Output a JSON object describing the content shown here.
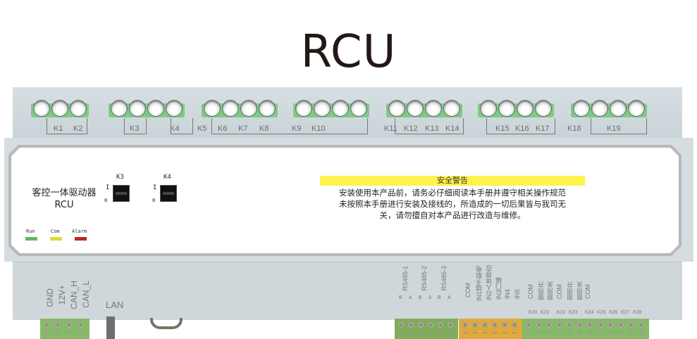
{
  "title": "RCU",
  "top_terminals": {
    "relay_labels": [
      "K1",
      "K2",
      "K3",
      "K4",
      "K5",
      "K6",
      "K7",
      "K8",
      "K9",
      "K10",
      "K11",
      "K12",
      "K13",
      "K14",
      "K15",
      "K16",
      "K17",
      "K18",
      "K19"
    ]
  },
  "panel": {
    "device_name_cn": "客控一体驱动器",
    "device_name_en": "RCU",
    "switches": [
      {
        "label": "K3",
        "on_mark": "I",
        "off_mark": "0"
      },
      {
        "label": "K4",
        "on_mark": "I",
        "off_mark": "0"
      }
    ],
    "leds": [
      {
        "label": "Run",
        "color": "#5db865"
      },
      {
        "label": "Com",
        "color": "#e0d930"
      },
      {
        "label": "Alarm",
        "color": "#b8282a"
      }
    ],
    "warning": {
      "title": "安全警告",
      "lines": [
        "安装使用本产品前，请务必仔细阅读本手册并遵守相关操作规范",
        "未按照本手册进行安装及接线的，所造成的一切后果皆与我司无",
        "关，请勿擅自对本产品进行改造与维修。"
      ],
      "highlight_color": "#fff24a"
    }
  },
  "bottom": {
    "power_labels": [
      "GND",
      "12V+",
      "CAN_H",
      "CAN_L"
    ],
    "lan_label": "LAN",
    "rs485_labels": [
      "RS485-1",
      "RS485-2",
      "RS485-3"
    ],
    "rs485_pins": [
      "B",
      "A"
    ],
    "input_labels": [
      "COM",
      "IN1插卡取电",
      "IN2人体感应",
      "IN3门磁",
      "IN4",
      "IN5"
    ],
    "curtain_labels_1": [
      "COM",
      "窗帘开",
      "窗帘关"
    ],
    "curtain_labels_2": [
      "COM",
      "窗帘开",
      "窗帘关"
    ],
    "com_label_3": "COM",
    "relay_labels": [
      "K20",
      "K21",
      "K22",
      "K23",
      "K24",
      "K25",
      "K26",
      "K27",
      "K28"
    ]
  }
}
